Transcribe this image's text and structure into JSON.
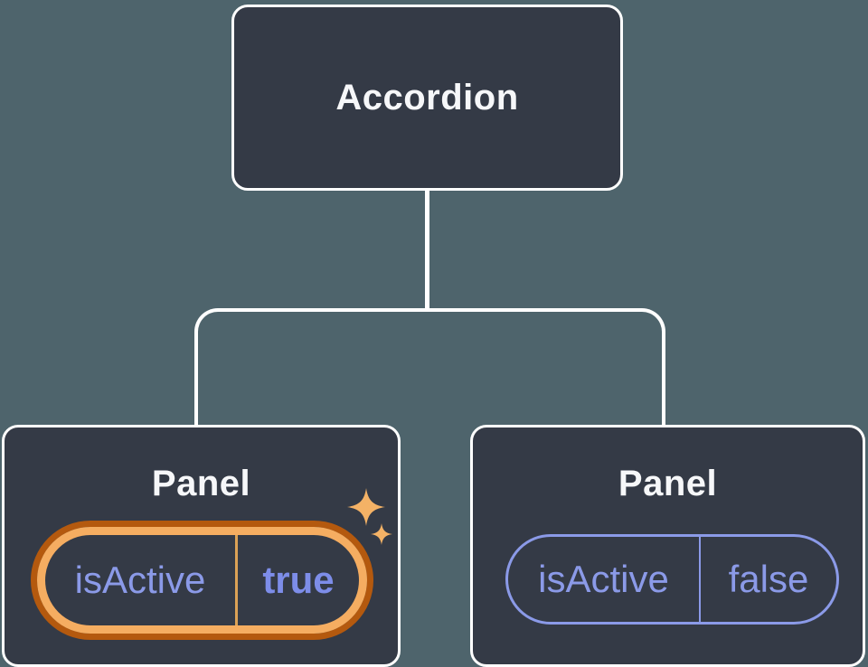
{
  "diagram": {
    "root": {
      "label": "Accordion"
    },
    "panels": [
      {
        "label": "Panel",
        "prop": {
          "name": "isActive",
          "value": "true"
        },
        "highlighted": true
      },
      {
        "label": "Panel",
        "prop": {
          "name": "isActive",
          "value": "false"
        },
        "highlighted": false
      }
    ],
    "icons": [
      "sparkle-icon"
    ]
  },
  "colors": {
    "background": "#4e646c",
    "node_fill": "#343a46",
    "node_border": "#ffffff",
    "title_text": "#f6f7f9",
    "state_text": "#8b9ae8",
    "state_value_active": "#7d8de9",
    "pill_border_inactive": "#8b9ae8",
    "pill_gold_outer": "#b4590e",
    "pill_gold_inner": "#f5ad61",
    "pill_gold_divider": "#dba156",
    "sparkle": "#f4b266"
  }
}
